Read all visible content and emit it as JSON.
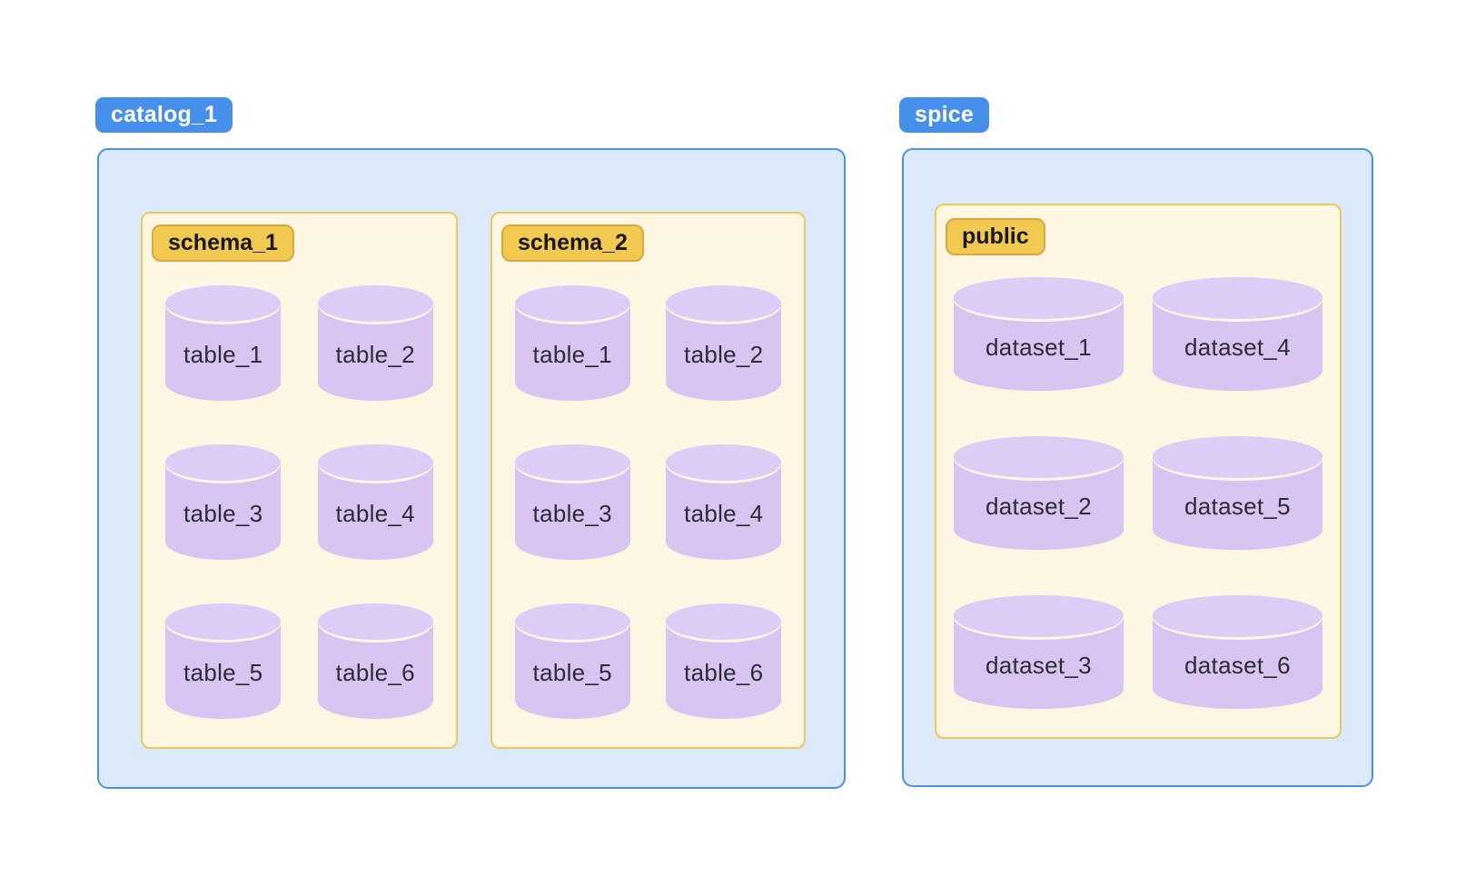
{
  "diagram": {
    "title": "catalog and schema hierarchy diagram",
    "colors": {
      "blue_badge": "#4690EB",
      "blue_container_fill": "#DBE9FA",
      "blue_container_border": "#4A90E9",
      "gold_badge_fill": "#F2C950",
      "gold_badge_border": "#D8A93C",
      "cream_box_fill": "#FDF6E2",
      "cream_box_border": "#EAC859",
      "cylinder_body": "#D7C4F1",
      "cylinder_top": "#DCCCF6",
      "cylinder_text": "#2E2B35",
      "badge_text_on_blue": "#FFFFFF",
      "badge_text_on_gold": "#17171C"
    },
    "groups": [
      {
        "label": "catalog_1",
        "sections": [
          {
            "label": "schema_1",
            "items": [
              "table_1",
              "table_2",
              "table_3",
              "table_4",
              "table_5",
              "table_6"
            ]
          },
          {
            "label": "schema_2",
            "items": [
              "table_1",
              "table_2",
              "table_3",
              "table_4",
              "table_5",
              "table_6"
            ]
          }
        ]
      },
      {
        "label": "spice",
        "sections": [
          {
            "label": "public",
            "items": [
              "dataset_1",
              "dataset_4",
              "dataset_2",
              "dataset_5",
              "dataset_3",
              "dataset_6"
            ]
          }
        ]
      }
    ]
  }
}
